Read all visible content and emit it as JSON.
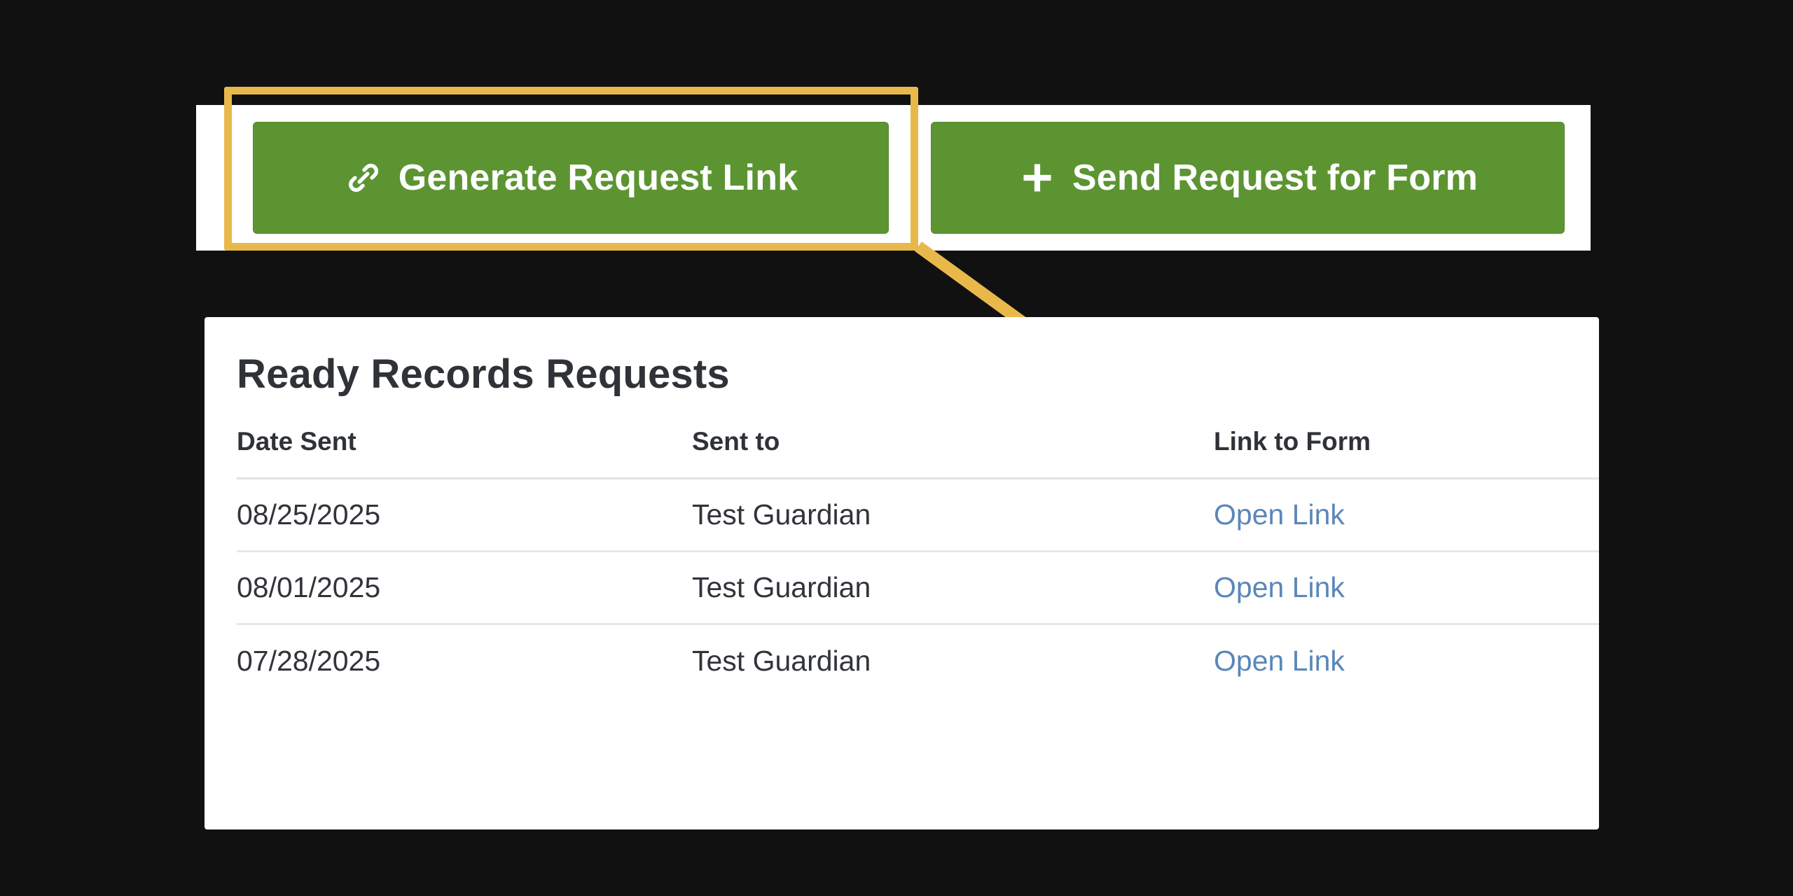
{
  "toolbar": {
    "buttons": [
      {
        "label": "Generate Request Link",
        "icon": "link-icon",
        "highlighted": true
      },
      {
        "label": "Send Request for Form",
        "icon": "plus-icon",
        "highlighted": false
      }
    ],
    "button_color": "#5c9432",
    "button_text_color": "#ffffff"
  },
  "annotation": {
    "highlight_color": "#e8b94a",
    "arrow_color": "#e8b94a",
    "highlight_target": "Generate Request Link",
    "arrow_target": "Link to Form"
  },
  "card": {
    "title": "Ready Records Requests",
    "table": {
      "columns": [
        "Date Sent",
        "Sent to",
        "Link to Form"
      ],
      "rows": [
        {
          "date_sent": "08/25/2025",
          "sent_to": "Test Guardian",
          "link_label": "Open Link"
        },
        {
          "date_sent": "08/01/2025",
          "sent_to": "Test Guardian",
          "link_label": "Open Link"
        },
        {
          "date_sent": "07/28/2025",
          "sent_to": "Test Guardian",
          "link_label": "Open Link"
        }
      ],
      "link_color": "#5b87b8"
    }
  },
  "page": {
    "background_color": "#111111",
    "panel_color": "#ffffff"
  }
}
